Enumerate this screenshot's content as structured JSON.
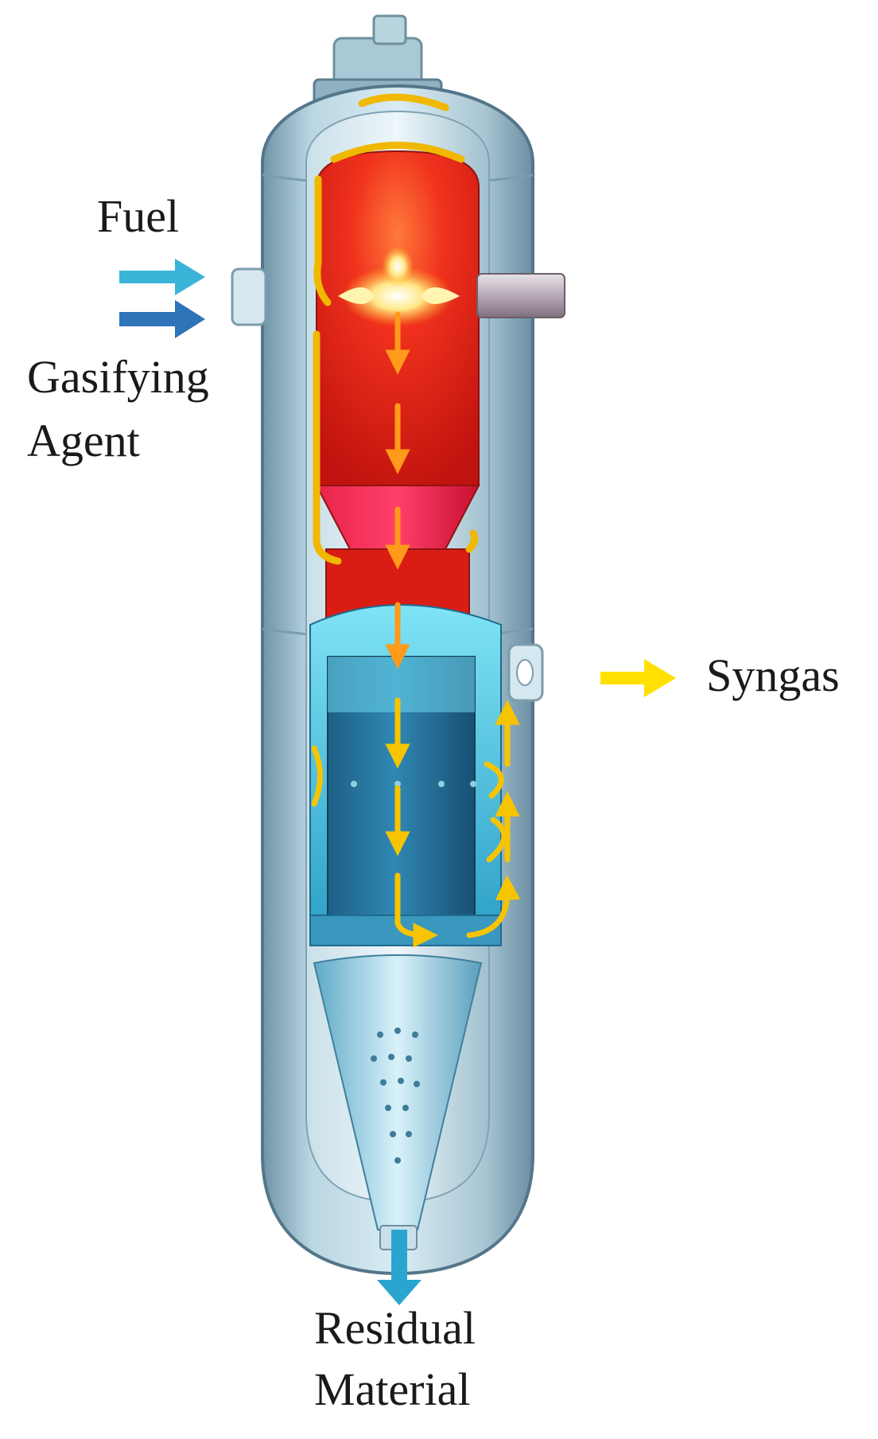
{
  "labels": {
    "fuel": "Fuel",
    "gasifying_agent_line1": "Gasifying",
    "gasifying_agent_line2": "Agent",
    "syngas": "Syngas",
    "residual_material_line1": "Residual",
    "residual_material_line2": "Material"
  },
  "colors": {
    "fuel_arrow": "#3ab4d8",
    "gasifying_agent_arrow": "#2f73b8",
    "syngas_arrow": "#ffe000",
    "residual_arrow": "#2aa5cf",
    "vessel_shell": "#9fc3d3",
    "reaction_chamber": "#e8241a",
    "quench_chamber": "#2c8db5",
    "flow_arrows": "#f2b800"
  },
  "icons": {
    "inlet_arrows": "arrow-right-icon",
    "outlet_arrow": "arrow-right-icon",
    "bottom_arrow": "arrow-down-icon"
  }
}
